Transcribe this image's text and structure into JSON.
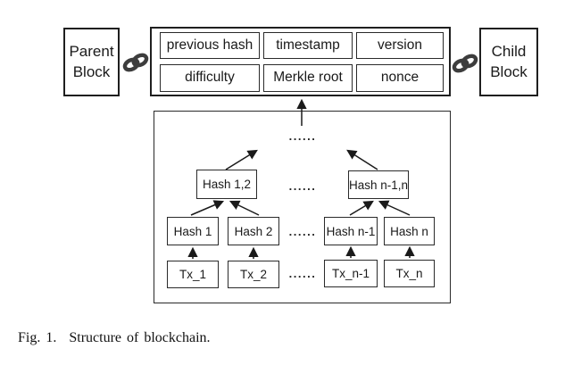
{
  "figure_caption": {
    "number": "Fig. 1.",
    "text": "Structure of blockchain."
  },
  "blocks": {
    "parent_label": "Parent Block",
    "child_label": "Child Block"
  },
  "block_header": {
    "row1": [
      "previous hash",
      "timestamp",
      "version"
    ],
    "row2": [
      "difficulty",
      "Merkle root",
      "nonce"
    ]
  },
  "merkle_tree": {
    "ellipsis": "......",
    "parent_hashes": [
      "Hash 1,2",
      "Hash n-1,n"
    ],
    "hashes": [
      "Hash 1",
      "Hash 2",
      "Hash n-1",
      "Hash n"
    ],
    "transactions": [
      "Tx_1",
      "Tx_2",
      "Tx_n-1",
      "Tx_n"
    ]
  },
  "icons": {
    "left_link": "chain-link",
    "right_link": "chain-link"
  },
  "colors": {
    "line": "#1a1a1a",
    "border": "#1f1f1f",
    "link_icon": "#3d3d3d",
    "background": "#ffffff"
  }
}
